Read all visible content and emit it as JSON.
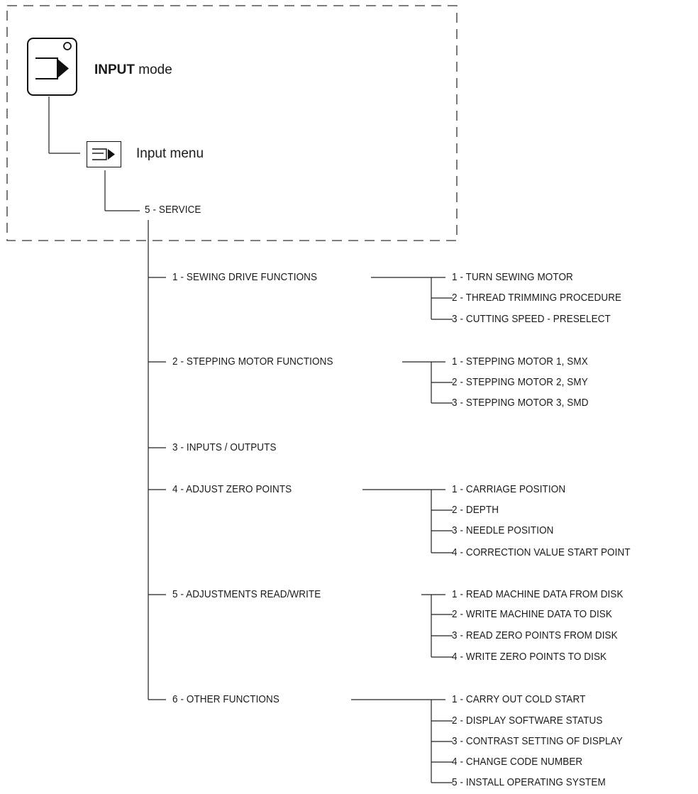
{
  "header": {
    "mode_title_bold": "INPUT",
    "mode_title_rest": " mode",
    "menu_title": "Input menu",
    "mode_icon": "input-mode-key-icon",
    "menu_icon": "input-menu-icon"
  },
  "root": {
    "label": "5 - SERVICE"
  },
  "groups": [
    {
      "label": "1 - SEWING DRIVE FUNCTIONS",
      "items": [
        "1 - TURN SEWING MOTOR",
        "2 - THREAD TRIMMING PROCEDURE",
        "3 - CUTTING SPEED  -  PRESELECT"
      ]
    },
    {
      "label": "2 - STEPPING MOTOR FUNCTIONS",
      "items": [
        "1 - STEPPING MOTOR 1, SMX",
        "2 - STEPPING MOTOR 2, SMY",
        "3 - STEPPING MOTOR 3, SMD"
      ]
    },
    {
      "label": "3 - INPUTS / OUTPUTS",
      "items": []
    },
    {
      "label": "4 - ADJUST ZERO POINTS",
      "items": [
        "1 - CARRIAGE POSITION",
        "2 - DEPTH",
        "3 - NEEDLE POSITION",
        "4 - CORRECTION VALUE START POINT"
      ]
    },
    {
      "label": "5 - ADJUSTMENTS READ/WRITE",
      "items": [
        "1 - READ MACHINE DATA FROM DISK",
        "2  - WRITE MACHINE DATA TO DISK",
        "3 - READ ZERO POINTS FROM DISK",
        "4 - WRITE ZERO POINTS TO DISK"
      ]
    },
    {
      "label": "6 - OTHER FUNCTIONS",
      "items": [
        "1 - CARRY OUT COLD START",
        "2 - DISPLAY SOFTWARE STATUS",
        "3 - CONTRAST SETTING OF DISPLAY",
        "4 - CHANGE CODE NUMBER",
        "5 - INSTALL OPERATING SYSTEM"
      ]
    }
  ]
}
